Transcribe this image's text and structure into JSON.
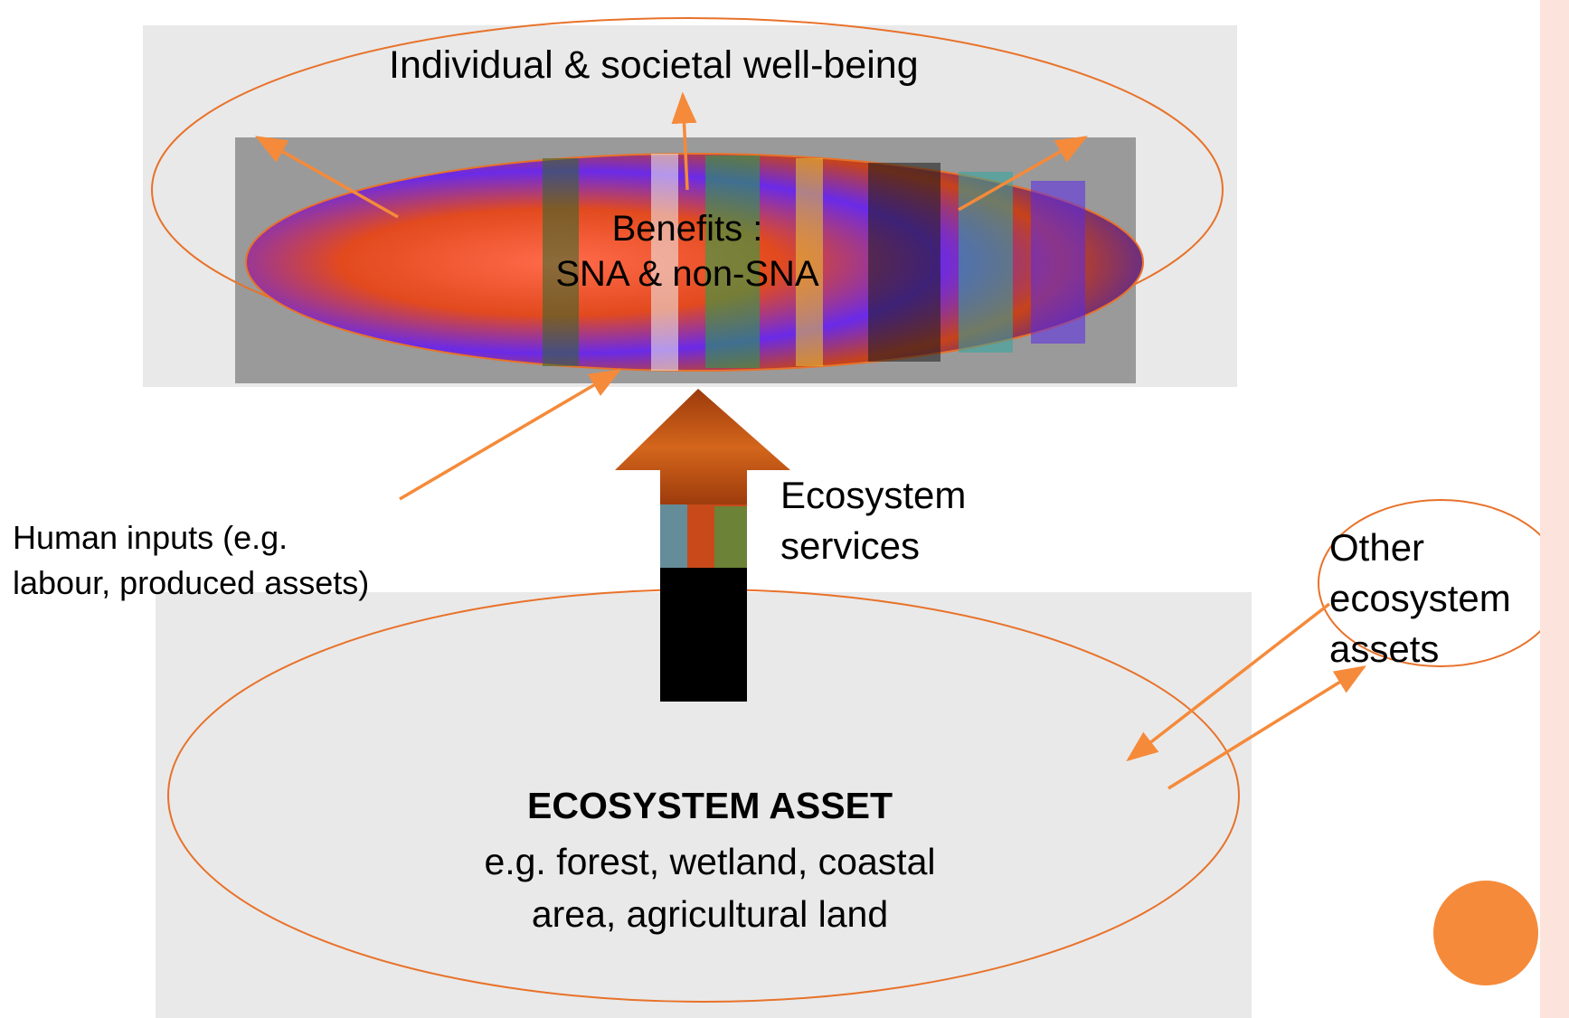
{
  "diagram": {
    "wellbeing_label": "Individual & societal well-being",
    "benefits_line1": "Benefits :",
    "benefits_line2": "SNA & non-SNA",
    "human_inputs_line1": "Human inputs (e.g.",
    "human_inputs_line2": "labour, produced assets)",
    "services_line1": "Ecosystem",
    "services_line2": "services",
    "other_line1": "Other",
    "other_line2": "ecosystem",
    "other_line3": "assets",
    "asset_heading": "ECOSYSTEM ASSET",
    "asset_desc_line1": "e.g. forest, wetland, coastal",
    "asset_desc_line2": "area, agricultural land"
  },
  "colors": {
    "accent": "#F58A3A",
    "ellipse_stroke": "#E8722A",
    "benefits_fill": "#D7431A",
    "arrow_fill": "#B9480F",
    "panel": "#E9E9E9",
    "dot": "#F58A3A",
    "right_bar": "#FCE4DC"
  }
}
